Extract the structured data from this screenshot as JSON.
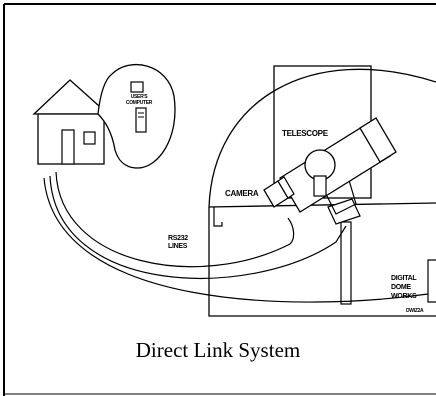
{
  "labels": {
    "user_computer": [
      "USER'S",
      "COMPUTER"
    ],
    "telescope": "TELESCOPE",
    "camera": "CAMERA",
    "rs232": [
      "RS232",
      "LINES"
    ],
    "controller": [
      "DIGITAL",
      "DOME",
      "WORKS"
    ],
    "code": "DWIZ2A"
  },
  "caption": "Direct Link System"
}
